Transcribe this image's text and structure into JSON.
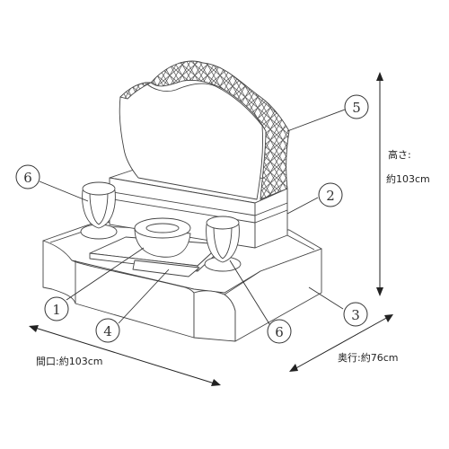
{
  "callouts": [
    "1",
    "2",
    "3",
    "4",
    "5",
    "6",
    "6"
  ],
  "dimensions": {
    "height_label": "高さ:",
    "height_value": "約103cm",
    "width_label": "間口:約103cm",
    "depth_label": "奥行:約76cm"
  },
  "colors": {
    "line": "#444444",
    "arrow": "#222222",
    "background": "#ffffff"
  }
}
